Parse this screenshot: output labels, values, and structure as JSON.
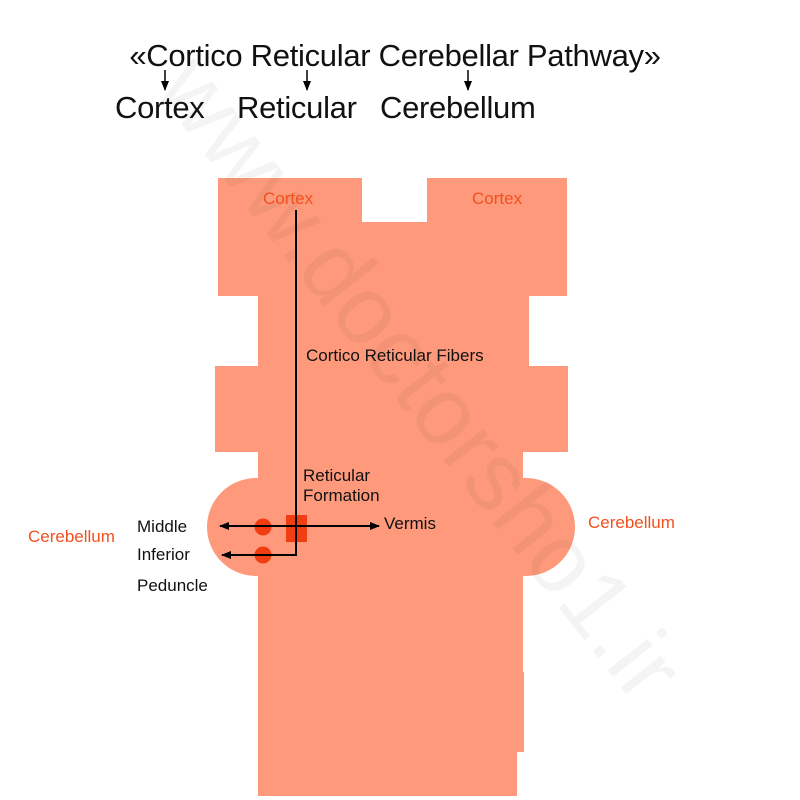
{
  "header": {
    "title": "«Cortico Reticular Cerebellar Pathway»",
    "chain": [
      "Cortex",
      "Reticular",
      "Cerebellum"
    ]
  },
  "labels": {
    "cortex_left": "Cortex",
    "cortex_right": "Cortex",
    "fibers": "Cortico Reticular Fibers",
    "reticular_line1": "Reticular",
    "reticular_line2": "Formation",
    "vermis": "Vermis",
    "cerebellum_left": "Cerebellum",
    "cerebellum_right": "Cerebellum",
    "middle": "Middle",
    "inferior": "Inferior",
    "peduncle": "Peduncle"
  },
  "watermark": "www.doctorsho1.ir",
  "colors": {
    "brain": "#fe9a7b",
    "accent": "#f2501f",
    "nucleus": "#f23c12",
    "line": "#000000"
  }
}
